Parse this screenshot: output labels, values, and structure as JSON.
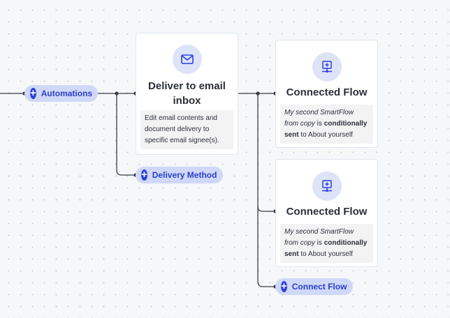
{
  "automations_pill": {
    "label": "Automations"
  },
  "delivery_method_pill": {
    "label": "Delivery Method"
  },
  "connect_flow_pill": {
    "label": "Connect Flow"
  },
  "deliver_card": {
    "title": "Deliver to email inbox",
    "description": "Edit email contents and document delivery to specific email signee(s).",
    "icon": "mail-icon"
  },
  "connected_flows": [
    {
      "title": "Connected Flow",
      "description_italic": "My second SmartFlow from copy",
      "description_connector": " is ",
      "description_bold": "conditionally sent",
      "description_suffix": " to About yourself",
      "icon": "connected-flow-icon"
    },
    {
      "title": "Connected Flow",
      "description_italic": "My second SmartFlow from copy",
      "description_connector": " is ",
      "description_bold": "conditionally sent",
      "description_suffix": " to About yourself",
      "icon": "connected-flow-icon"
    }
  ],
  "colors": {
    "accent": "#2b3fe0",
    "pill_background": "#cfd8f8",
    "line": "#3a3d46"
  }
}
